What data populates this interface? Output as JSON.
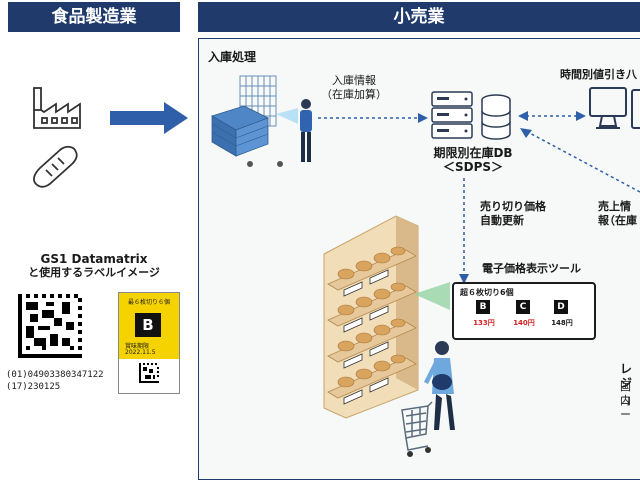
{
  "headers": {
    "manufacturing": "食品製造業",
    "retail": "小売業"
  },
  "left": {
    "label_title_line1": "GS1 Datamatrix",
    "label_title_line2": "と使用するラベルイメージ",
    "gs1_ai_1": "(01)04903380347122",
    "gs1_ai_2": "(17)230125",
    "label_card": {
      "top_text": "最６枚切り６個",
      "grade": "B",
      "line1": "賞味期限",
      "line2": "2022.11.5"
    }
  },
  "retail": {
    "receiving": "入庫処理",
    "stock_info_line1": "入庫情報",
    "stock_info_line2": "（在庫加算）",
    "db_line1": "期限別在庫DB",
    "db_line2": "＜SDPS＞",
    "time_price": "時間別値引き八",
    "price_update_line1": "売り切り価格",
    "price_update_line2": "自動更新",
    "sales_info_line1": "売上情報",
    "sales_info_line2": "（在庫",
    "esl_title": "電子価格表示ツール",
    "esl": {
      "product": "超６枚切り6個",
      "tags": [
        {
          "grade": "B",
          "price": "133円"
        },
        {
          "grade": "C",
          "price": "140円"
        },
        {
          "grade": "D",
          "price": "148円"
        }
      ]
    },
    "register_line1": "レジ",
    "register_line2": "国内",
    "register_line3": "コー"
  },
  "colors": {
    "navy": "#1f3a6b",
    "arrow_blue": "#2e5fa8",
    "yellow": "#f5d300",
    "esl_border": "#1c1c1c",
    "price_red": "#d61f1f",
    "highlight_green": "#8fd19e"
  }
}
